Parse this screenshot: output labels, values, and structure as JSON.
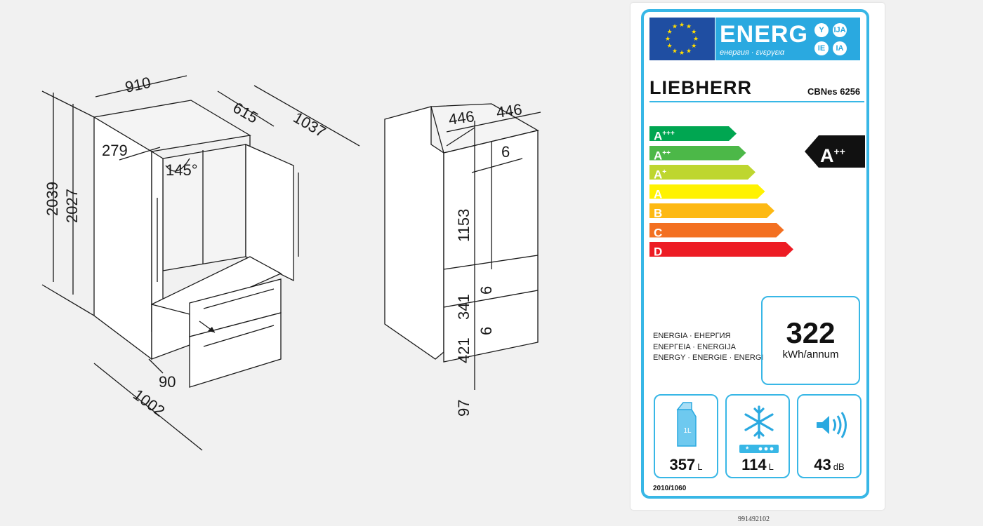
{
  "dimensions": {
    "front": {
      "width": "910",
      "depth_door": "615",
      "depth_open": "1037",
      "height_total": "2039",
      "height_body": "2027",
      "door_swing": "279",
      "angle": "145°",
      "drawer_offset": "90",
      "depth_drawer": "1002"
    },
    "side": {
      "door_width_left": "446",
      "door_width_right": "446",
      "gap_top": "6",
      "upper_height": "1153",
      "gap_mid": "6",
      "drawer_upper": "341",
      "gap_low": "6",
      "drawer_lower": "421",
      "plinth": "97"
    }
  },
  "label": {
    "energ_word": "ENERG",
    "energ_sub": "енергия · ενεργεια",
    "lang_codes": [
      "Y",
      "IJA",
      "IE",
      "IA"
    ],
    "brand": "LIEBHERR",
    "model": "CBNes 6256",
    "classes": [
      {
        "base": "A",
        "sup": "+++",
        "color": "#00a651"
      },
      {
        "base": "A",
        "sup": "++",
        "color": "#4cb848"
      },
      {
        "base": "A",
        "sup": "+",
        "color": "#bed62f"
      },
      {
        "base": "A",
        "sup": "",
        "color": "#fff200"
      },
      {
        "base": "B",
        "sup": "",
        "color": "#fdb913"
      },
      {
        "base": "C",
        "sup": "",
        "color": "#f37021"
      },
      {
        "base": "D",
        "sup": "",
        "color": "#ed1c24"
      }
    ],
    "rating": {
      "base": "A",
      "sup": "++"
    },
    "energy_words": [
      "ENERGIA · ЕНЕРГИЯ",
      "ΕΝΕΡΓΕΙΑ · ENERGIJA",
      "ENERGY · ENERGIE · ENERGI"
    ],
    "consumption_value": "322",
    "consumption_unit": "kWh/annum",
    "fridge_volume": {
      "value": "357",
      "unit": "L",
      "icon_text": "1L"
    },
    "freezer_volume": {
      "value": "114",
      "unit": "L"
    },
    "noise": {
      "value": "43",
      "unit": "dB"
    },
    "regulation": "2010/1060"
  },
  "code": "991492102",
  "colors": {
    "frame": "#38b7e6",
    "eu_blue": "#1f4ea2",
    "energ_blue": "#2aa9e0",
    "star": "#ffdd00"
  }
}
